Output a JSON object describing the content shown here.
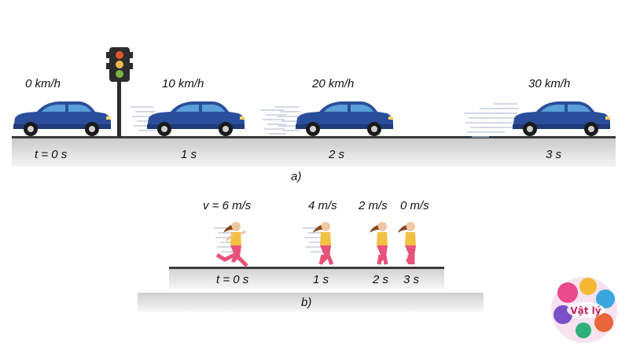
{
  "panel_a": {
    "caption": "a)",
    "speeds": [
      "0 km/h",
      "10 km/h",
      "20 km/h",
      "30 km/h"
    ],
    "times": [
      "t = 0 s",
      "1 s",
      "2 s",
      "3 s"
    ],
    "colors": {
      "car": "#2b4e9c",
      "road": "#d9d9d9",
      "road_line": "#3a3a3a"
    }
  },
  "panel_b": {
    "caption": "b)",
    "speeds": [
      "v = 6 m/s",
      "4 m/s",
      "2 m/s",
      "0 m/s"
    ],
    "times": [
      "t = 0 s",
      "1 s",
      "2 s",
      "3 s"
    ],
    "colors": {
      "shirt": "#f2c144",
      "pants": "#e8527a",
      "hair": "#8a4a22"
    }
  },
  "logo": {
    "text": "Vật lý"
  }
}
